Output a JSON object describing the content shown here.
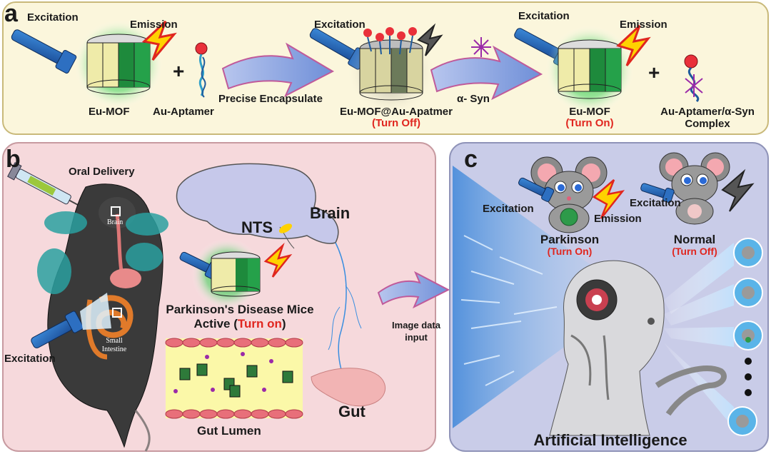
{
  "panel_a": {
    "letter": "a",
    "excitation_1": "Excitation",
    "emission_1": "Emission",
    "eu_mof": "Eu-MOF",
    "au_aptamer": "Au-Aptamer",
    "precise_encapsulate": "Precise Encapsulate",
    "excitation_2": "Excitation",
    "eu_mof_au": "Eu-MOF@Au-Apatmer",
    "turn_off": "(Turn Off)",
    "alpha_syn": "α- Syn",
    "excitation_3": "Excitation",
    "emission_3": "Emission",
    "eu_mof_2": "Eu-MOF",
    "turn_on": "(Turn On)",
    "complex_1": "Au-Aptamer/α-Syn",
    "complex_2": "Complex",
    "plus": "+"
  },
  "panel_b": {
    "letter": "b",
    "oral_delivery": "Oral Delivery",
    "brain_small": "Brain",
    "small_intestine_1": "Small",
    "small_intestine_2": "Intestine",
    "excitation": "Excitation",
    "nts": "NTS",
    "brain": "Brain",
    "pd_line1": "Parkinson's Disease Mice",
    "pd_active": "Active (",
    "pd_turn_on": "Turn on",
    "pd_close": ")",
    "gut_lumen": "Gut Lumen",
    "gut": "Gut"
  },
  "middle": {
    "image_data_1": "Image data",
    "image_data_2": "input"
  },
  "panel_c": {
    "letter": "c",
    "excitation_1": "Excitation",
    "emission": "Emission",
    "excitation_2": "Excitation",
    "parkinson": "Parkinson",
    "turn_on": "(Turn On)",
    "normal": "Normal",
    "turn_off": "(Turn Off)",
    "ai": "Artificial Intelligence"
  },
  "colors": {
    "panel_a_bg": "#fbf6dc",
    "panel_b_bg": "#f6d9dc",
    "panel_c_bg": "#c9cce8",
    "accent_red": "#e0261f",
    "mof_green": "#1f8a3c",
    "light_blue": "#5aa9e6"
  }
}
